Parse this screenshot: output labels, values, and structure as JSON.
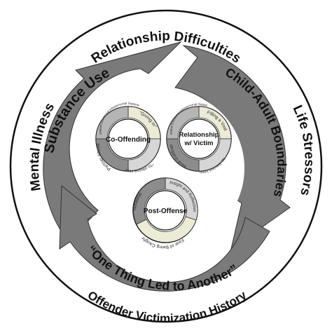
{
  "diagram": {
    "outer_labels": {
      "top": "Relationship Difficulties",
      "left": "Mental Illness",
      "right": "Life Stressors",
      "bottom": "Offender Victimization History"
    },
    "arrow_labels": {
      "left": "Substance Use",
      "right": "Child-Adult Boundaries",
      "bottom": "“One Thing Led to Another”"
    },
    "circles": [
      {
        "title_line1": "Co-Offending",
        "title_line2": "",
        "segments": [
          "“Giving In”",
          "“To please Him”",
          "Partner Abuse",
          "Limited Emotional Interpersonal Support"
        ]
      },
      {
        "title_line1": "Relationship",
        "title_line2": "w/ Victim",
        "segments": [
          "Filling a Void",
          "No Deviant Intent",
          "Sexual Gratification",
          "Limited Emotional Interpersonal Support"
        ]
      },
      {
        "title_line1": "Post-Offense",
        "title_line2": "",
        "segments": [
          "Insight and Reflection",
          "Fear of Being Caught",
          "Isolation"
        ]
      }
    ],
    "colors": {
      "arrow_fill": "#7a7a7a",
      "ring_dark": "#8c8c8c",
      "ring_light": "#d6d6d6",
      "ring_cream": "#ecebd6",
      "outline": "#111111"
    }
  }
}
